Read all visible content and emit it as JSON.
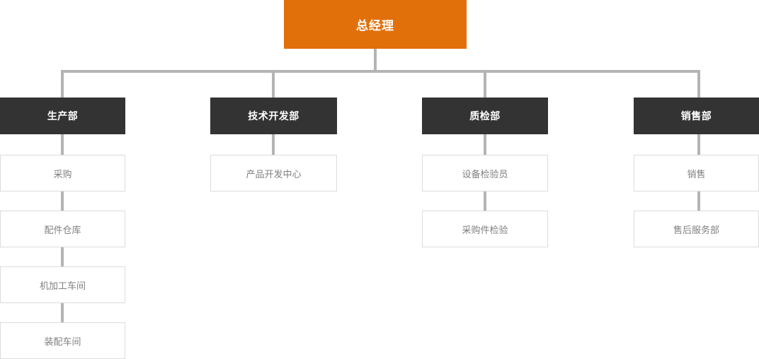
{
  "chart_title": "",
  "colors": {
    "root_bg": "#e2700a",
    "dept_bg": "#333333",
    "leaf_bg": "#ffffff",
    "leaf_border": "#dcdcdc",
    "leaf_text": "#808080",
    "connector": "#b4b4b4",
    "page_bg": "#ffffff"
  },
  "root": {
    "label": "总经理"
  },
  "departments": [
    {
      "label": "生产部",
      "children": [
        {
          "label": "采购"
        },
        {
          "label": "配件仓库"
        },
        {
          "label": "机加工车间"
        },
        {
          "label": "装配车间"
        }
      ]
    },
    {
      "label": "技术开发部",
      "children": [
        {
          "label": "产品开发中心"
        }
      ]
    },
    {
      "label": "质检部",
      "children": [
        {
          "label": "设备检验员"
        },
        {
          "label": "采购件检验"
        }
      ]
    },
    {
      "label": "销售部",
      "children": [
        {
          "label": "销售"
        },
        {
          "label": "售后服务部"
        }
      ]
    }
  ]
}
